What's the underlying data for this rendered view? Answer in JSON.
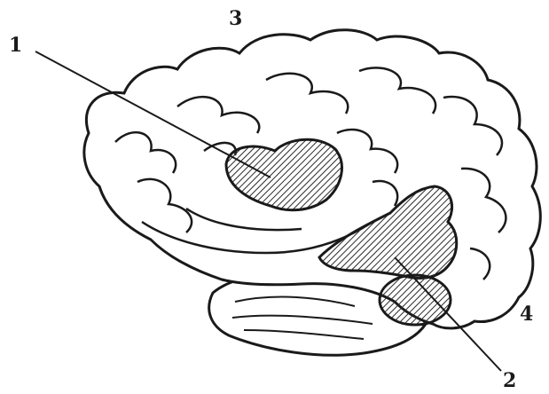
{
  "labels": {
    "one": "1",
    "two": "2",
    "three": "3",
    "four": "4"
  },
  "colors": {
    "ink": "#1a1a1a",
    "paper": "#ffffff",
    "hatch": "#2a2a2a"
  }
}
